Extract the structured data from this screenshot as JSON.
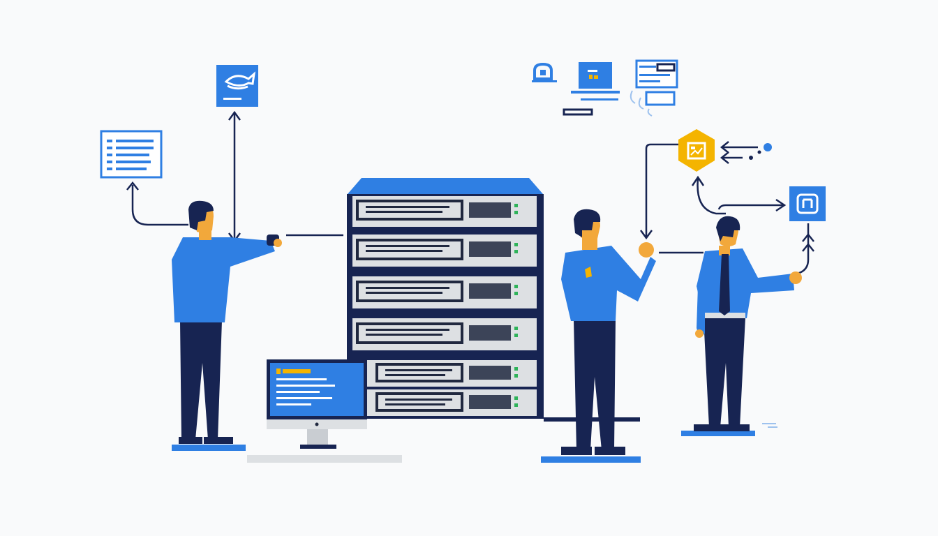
{
  "palette": {
    "background": "#f9fafb",
    "blue": "#2f7fe3",
    "navy": "#172452",
    "yellow": "#f4b400",
    "skin": "#f2a83b",
    "rack_gray": "#dde0e3",
    "port_dark": "#20283f",
    "led_green": "#2fb35a"
  },
  "icons": {
    "document": "document-icon",
    "fish": "fish-card-icon",
    "lock": "lock-icon",
    "laptop": "laptop-icon",
    "card": "form-card-icon",
    "hexagon": "hexagon-icon",
    "badge": "badge-icon"
  },
  "scene": {
    "people": 3,
    "server_units": 6,
    "monitors": 1
  }
}
